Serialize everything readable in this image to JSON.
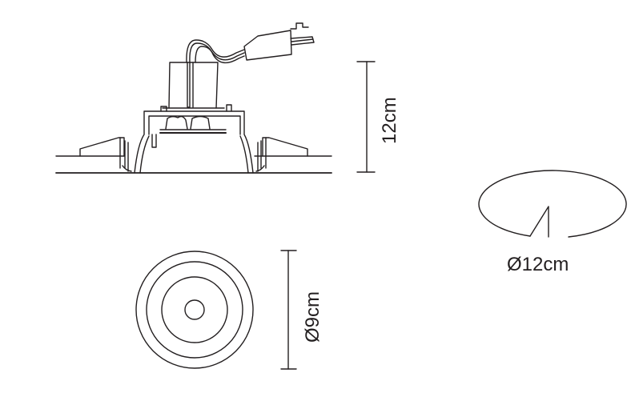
{
  "diagram": {
    "type": "technical-drawing",
    "subject": "recessed downlight fixture",
    "stroke_color": "#231f20",
    "background": "#ffffff"
  },
  "side_view": {
    "height_dimension": "12cm"
  },
  "bottom_view": {
    "diameter_dimension": "Ø9cm"
  },
  "cutout": {
    "diameter_dimension": "Ø12cm"
  }
}
